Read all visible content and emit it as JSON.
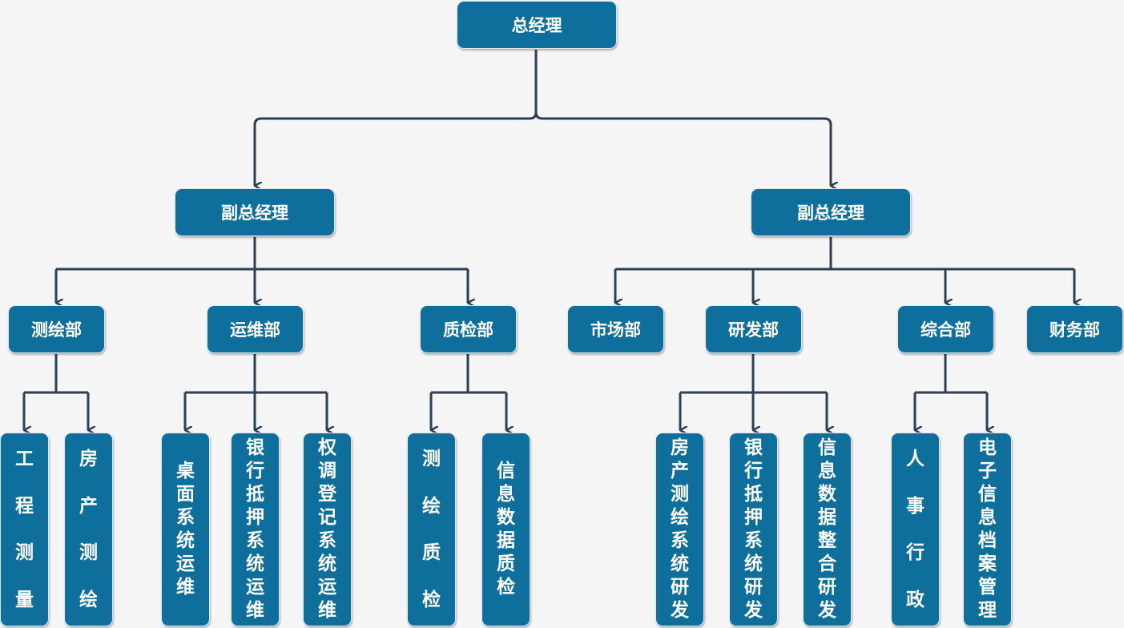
{
  "colors": {
    "node_fill": "#0f6f9c",
    "connector": "#2b3f57",
    "background": "#f5f5f5"
  },
  "nodes": {
    "root": "总经理",
    "vp_left": "副总经理",
    "vp_right": "副总经理",
    "surveying_dept": "测绘部",
    "ops_dept": "运维部",
    "qc_dept": "质检部",
    "market_dept": "市场部",
    "rd_dept": "研发部",
    "general_dept": "综合部",
    "finance_dept": "财务部",
    "engineering_survey": "工程测量",
    "property_survey": "房产测绘",
    "desktop_ops": "桌面系统运维",
    "bank_mortgage_ops": "银行抵押系统运维",
    "title_registration_ops": "权调登记系统运维",
    "survey_qc": "测绘质检",
    "info_data_qc": "信息数据质检",
    "property_survey_rd": "房产测绘系统研发",
    "bank_mortgage_rd": "银行抵押系统研发",
    "info_data_integration_rd": "信息数据整合研发",
    "hr_admin": "人事行政",
    "e_archive_mgmt": "电子信息档案管理"
  }
}
